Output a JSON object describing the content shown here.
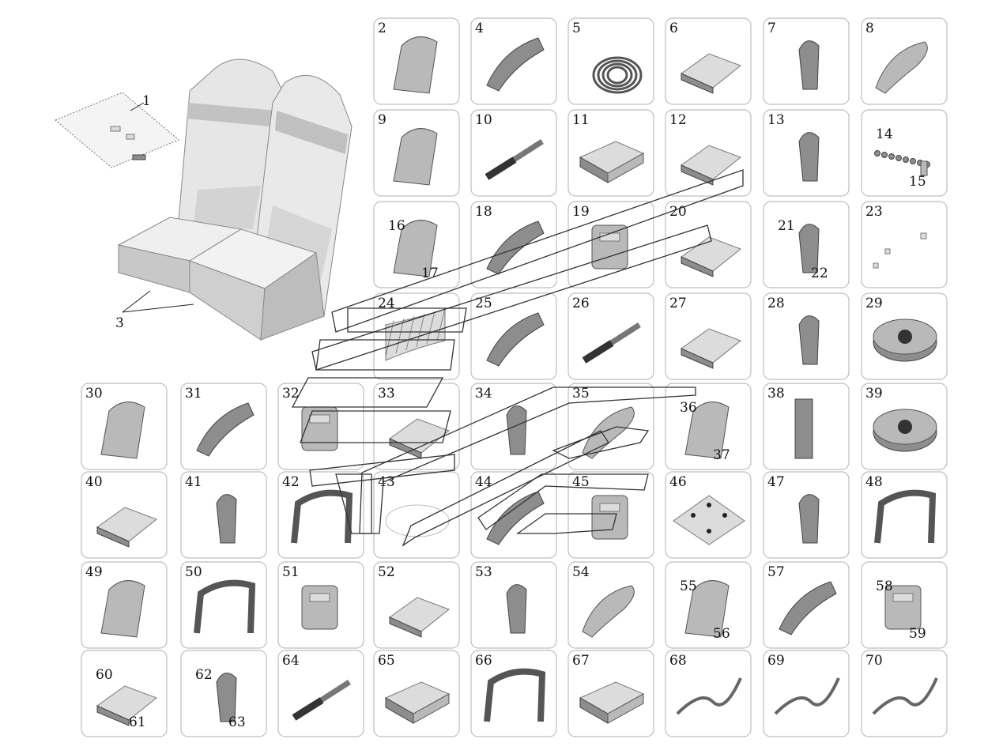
{
  "main_assembly": {
    "labels": [
      {
        "id": "main-1",
        "text": "1"
      },
      {
        "id": "main-3",
        "text": "3"
      }
    ]
  },
  "cells": [
    {
      "label": "2",
      "icon": "clip-part-icon"
    },
    {
      "label": "4",
      "icon": "block-part-icon"
    },
    {
      "label": "5",
      "icon": "spring-coil-icon"
    },
    {
      "label": "6",
      "icon": "headrest-part-icon"
    },
    {
      "label": "7",
      "icon": "knob-part-icon"
    },
    {
      "label": "8",
      "icon": "lever-part-icon"
    },
    {
      "label": "9",
      "icon": "latch-part-icon"
    },
    {
      "label": "10",
      "icon": "gas-strut-icon"
    },
    {
      "label": "11",
      "icon": "tray-part-icon"
    },
    {
      "label": "12",
      "icon": "bracket-part-icon"
    },
    {
      "label": "13",
      "icon": "arm-part-icon"
    },
    {
      "label": "",
      "icon": "chain-part-icon",
      "callouts": [
        "14",
        "15"
      ]
    },
    {
      "label": "",
      "icon": "handle-part-icon",
      "callouts": [
        "16",
        "17"
      ]
    },
    {
      "label": "18",
      "icon": "armrest-part-icon"
    },
    {
      "label": "19",
      "icon": "panel-part-icon"
    },
    {
      "label": "20",
      "icon": "cushion-part-icon"
    },
    {
      "label": "",
      "icon": "hook-part-icon",
      "callouts": [
        "21",
        "22"
      ]
    },
    {
      "label": "23",
      "icon": "small-parts-icon"
    },
    {
      "label": "24",
      "icon": "net-part-icon"
    },
    {
      "label": "25",
      "icon": "curved-arm-icon"
    },
    {
      "label": "26",
      "icon": "rod-part-icon"
    },
    {
      "label": "27",
      "icon": "foot-part-icon"
    },
    {
      "label": "28",
      "icon": "frame-part-icon"
    },
    {
      "label": "29",
      "icon": "disc-part-icon"
    },
    {
      "label": "30",
      "icon": "rail-part-icon"
    },
    {
      "label": "31",
      "icon": "angle-bracket-icon"
    },
    {
      "label": "32",
      "icon": "plate-part-icon"
    },
    {
      "label": "33",
      "icon": "truss-part-icon"
    },
    {
      "label": "34",
      "icon": "motor-part-icon"
    },
    {
      "label": "35",
      "icon": "mechanism-part-icon"
    },
    {
      "label": "",
      "icon": "cap-part-icon",
      "callouts": [
        "36",
        "37"
      ]
    },
    {
      "label": "38",
      "icon": "strip-part-icon"
    },
    {
      "label": "39",
      "icon": "hub-part-icon"
    },
    {
      "label": "40",
      "icon": "pad-part-icon"
    },
    {
      "label": "41",
      "icon": "wedge-part-icon"
    },
    {
      "label": "42",
      "icon": "arch-part-icon"
    },
    {
      "label": "43",
      "icon": "faint-part-icon"
    },
    {
      "label": "44",
      "icon": "linkage-part-icon"
    },
    {
      "label": "45",
      "icon": "hinge-part-icon"
    },
    {
      "label": "46",
      "icon": "base-plate-icon"
    },
    {
      "label": "47",
      "icon": "fin-part-icon"
    },
    {
      "label": "48",
      "icon": "armrest-frame-icon"
    },
    {
      "label": "49",
      "icon": "connector-part-icon"
    },
    {
      "label": "50",
      "icon": "armrest-frame-icon"
    },
    {
      "label": "51",
      "icon": "curved-tube-icon"
    },
    {
      "label": "52",
      "icon": "cover-part-icon"
    },
    {
      "label": "53",
      "icon": "bracket-arm-icon"
    },
    {
      "label": "54",
      "icon": "bracket-arm-icon"
    },
    {
      "label": "",
      "icon": "pin-part-icon",
      "callouts": [
        "55",
        "56"
      ]
    },
    {
      "label": "57",
      "icon": "post-part-icon"
    },
    {
      "label": "",
      "icon": "handle-part-icon",
      "callouts": [
        "58",
        "59"
      ]
    },
    {
      "label": "",
      "icon": "rod-set-icon",
      "callouts": [
        "60",
        "61"
      ]
    },
    {
      "label": "",
      "icon": "hook-part-icon",
      "callouts": [
        "62",
        "63"
      ]
    },
    {
      "label": "64",
      "icon": "actuator-part-icon"
    },
    {
      "label": "65",
      "icon": "console-part-icon"
    },
    {
      "label": "66",
      "icon": "wire-frame-icon"
    },
    {
      "label": "67",
      "icon": "cup-holder-icon"
    },
    {
      "label": "68",
      "icon": "cable-part-icon"
    },
    {
      "label": "69",
      "icon": "cable-part-icon"
    },
    {
      "label": "70",
      "icon": "cable-part-icon"
    }
  ]
}
